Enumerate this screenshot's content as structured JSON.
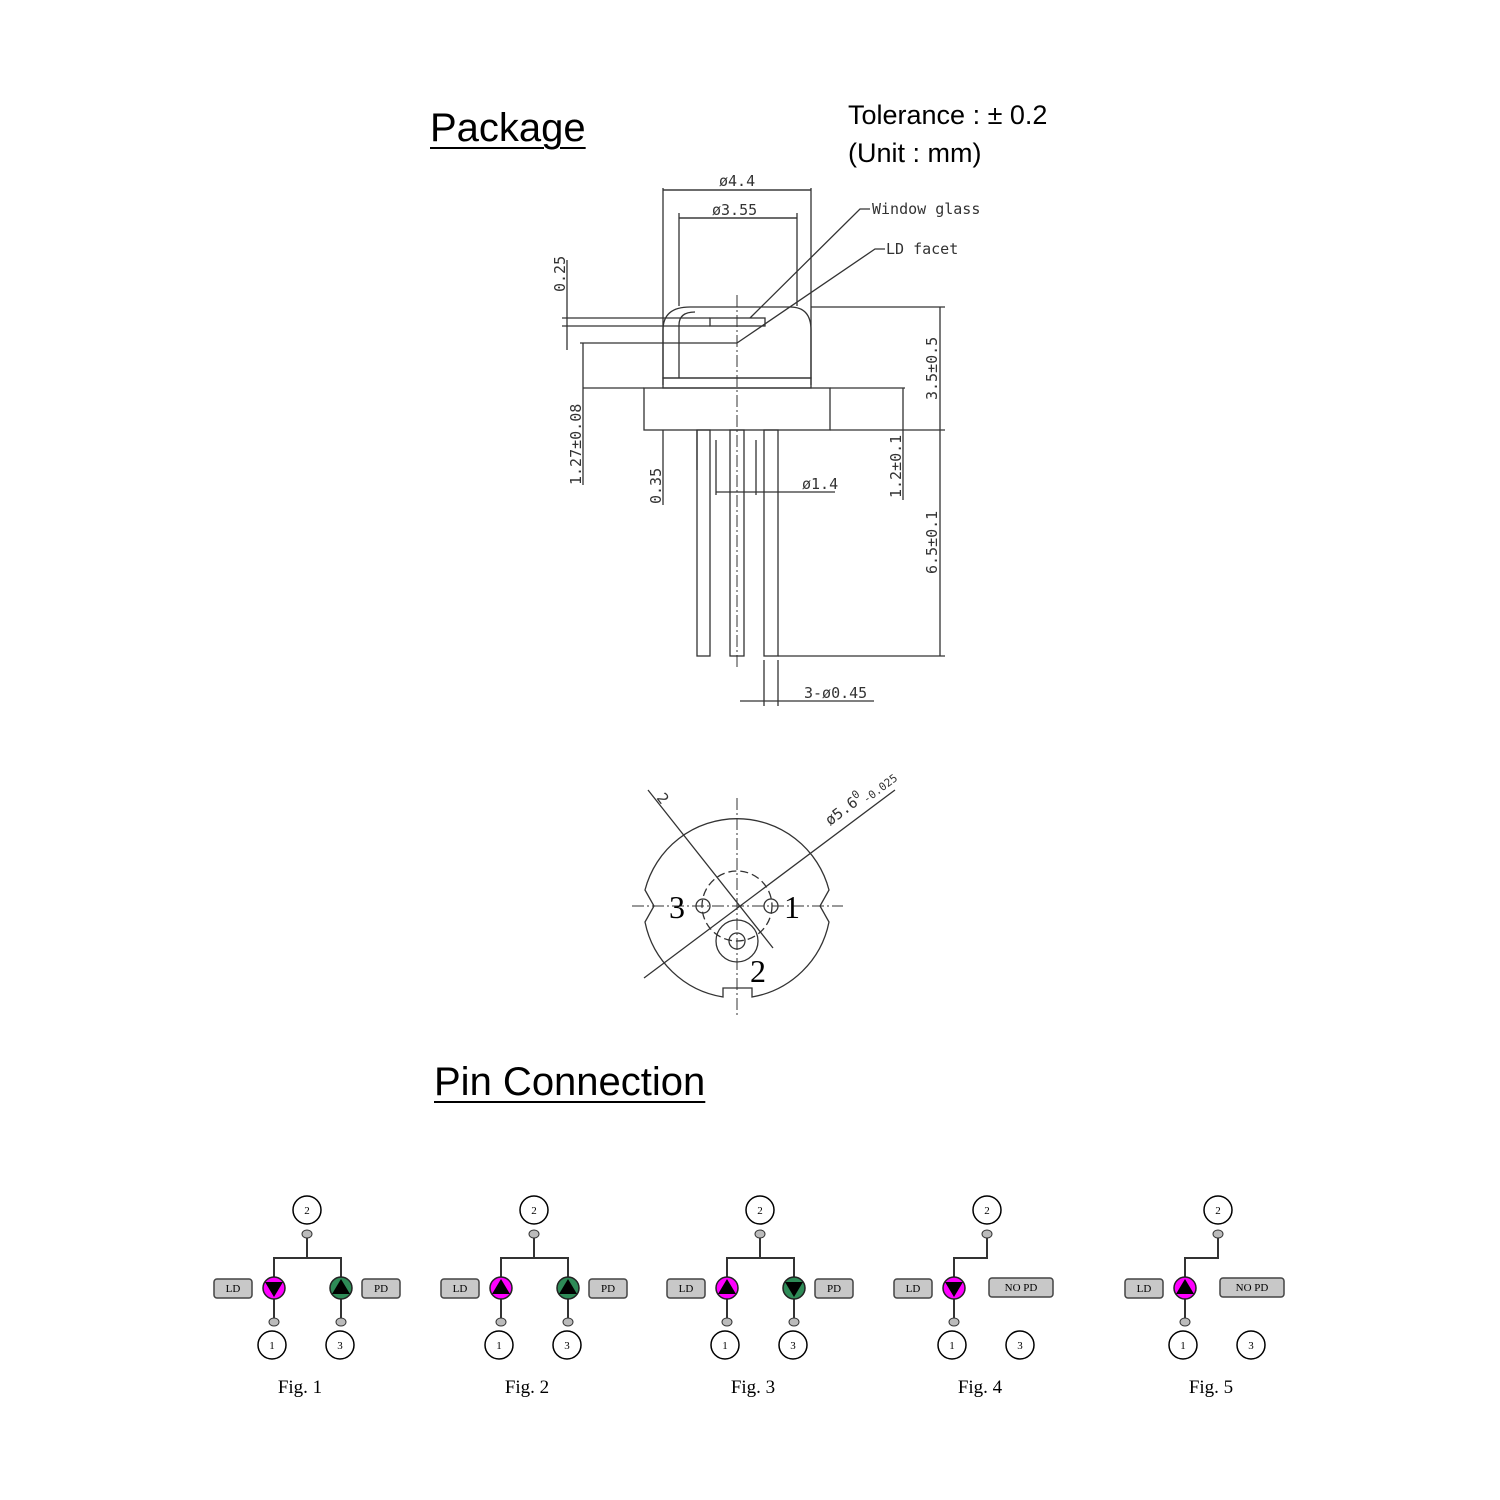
{
  "package": {
    "title": "Package",
    "tolerance": "Tolerance : ± 0.2",
    "unit": "(Unit : mm)",
    "labels": {
      "cap_outer_dia": "ø4.4",
      "cap_inner_dia": "ø3.55",
      "window_glass": "Window glass",
      "ld_facet": "LD facet",
      "glass_thickness": "0.25",
      "facet_height": "1.27±0.08",
      "cap_height": "3.5±0.5",
      "flange_thickness": "1.2±0.1",
      "pin_length": "6.5±0.1",
      "pin_offset": "0.35",
      "pin_circle_dia": "ø1.4",
      "pin_dia": "3-ø0.45"
    },
    "bottom_view": {
      "key_width": "2",
      "base_dia": "ø5.6",
      "base_dia_tol_upper": "0",
      "base_dia_tol_lower": "-0.025",
      "pins": [
        "1",
        "2",
        "3"
      ]
    }
  },
  "pin_connection": {
    "title": "Pin Connection",
    "colors": {
      "ld": "#ff00ff",
      "pd": "#2e8b57",
      "box": "#c8c8c8"
    },
    "figures": [
      {
        "label": "Fig. 1",
        "ld_label": "LD",
        "pd_label": "PD",
        "ld_dir": "down",
        "pd_dir": "up",
        "has_pd": true,
        "pins": [
          "2",
          "1",
          "3"
        ]
      },
      {
        "label": "Fig. 2",
        "ld_label": "LD",
        "pd_label": "PD",
        "ld_dir": "up",
        "pd_dir": "up",
        "has_pd": true,
        "pins": [
          "2",
          "1",
          "3"
        ]
      },
      {
        "label": "Fig. 3",
        "ld_label": "LD",
        "pd_label": "PD",
        "ld_dir": "up",
        "pd_dir": "down",
        "has_pd": true,
        "pins": [
          "2",
          "1",
          "3"
        ]
      },
      {
        "label": "Fig. 4",
        "ld_label": "LD",
        "pd_label": "NO PD",
        "ld_dir": "down",
        "has_pd": false,
        "pins": [
          "2",
          "1",
          "3"
        ]
      },
      {
        "label": "Fig. 5",
        "ld_label": "LD",
        "pd_label": "NO PD",
        "ld_dir": "up",
        "has_pd": false,
        "pins": [
          "2",
          "1",
          "3"
        ]
      }
    ]
  }
}
